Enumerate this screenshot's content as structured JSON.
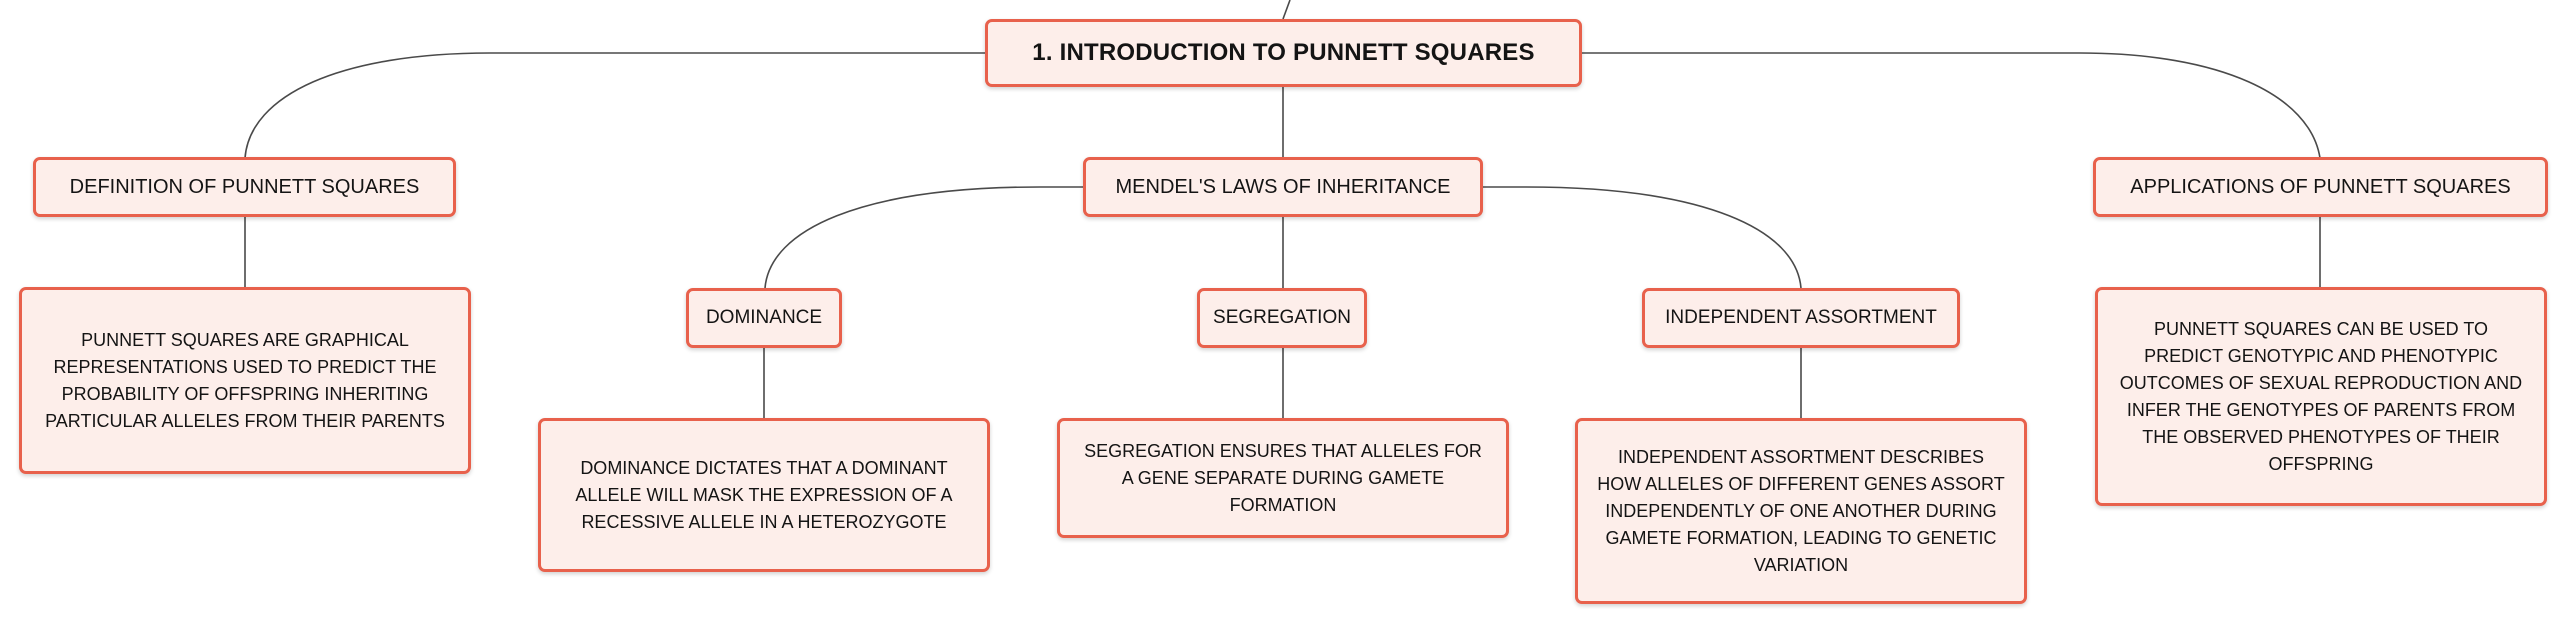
{
  "root": {
    "label": "1. INTRODUCTION TO PUNNETT SQUARES"
  },
  "definition": {
    "label": "DEFINITION OF PUNNETT SQUARES",
    "description": "PUNNETT SQUARES ARE GRAPHICAL REPRESENTATIONS USED TO PREDICT THE PROBABILITY OF OFFSPRING INHERITING PARTICULAR ALLELES FROM THEIR PARENTS"
  },
  "mendel": {
    "label": "MENDEL'S LAWS OF INHERITANCE",
    "dominance": {
      "label": "DOMINANCE",
      "description": "DOMINANCE DICTATES THAT A DOMINANT ALLELE WILL MASK THE EXPRESSION OF A RECESSIVE ALLELE IN A HETEROZYGOTE"
    },
    "segregation": {
      "label": "SEGREGATION",
      "description": "SEGREGATION ENSURES THAT ALLELES FOR A GENE SEPARATE DURING GAMETE FORMATION"
    },
    "independent": {
      "label": "INDEPENDENT ASSORTMENT",
      "description": "INDEPENDENT ASSORTMENT DESCRIBES HOW ALLELES OF DIFFERENT GENES ASSORT INDEPENDENTLY OF ONE ANOTHER DURING GAMETE FORMATION, LEADING TO GENETIC VARIATION"
    }
  },
  "applications": {
    "label": "APPLICATIONS OF PUNNETT SQUARES",
    "description": "PUNNETT SQUARES CAN BE USED TO PREDICT GENOTYPIC AND PHENOTYPIC OUTCOMES OF SEXUAL REPRODUCTION AND INFER THE GENOTYPES OF PARENTS FROM THE OBSERVED PHENOTYPES OF THEIR OFFSPRING"
  },
  "colors": {
    "node_border": "#e8614c",
    "node_fill": "#fdeeea",
    "connector": "#4a4a4a"
  }
}
